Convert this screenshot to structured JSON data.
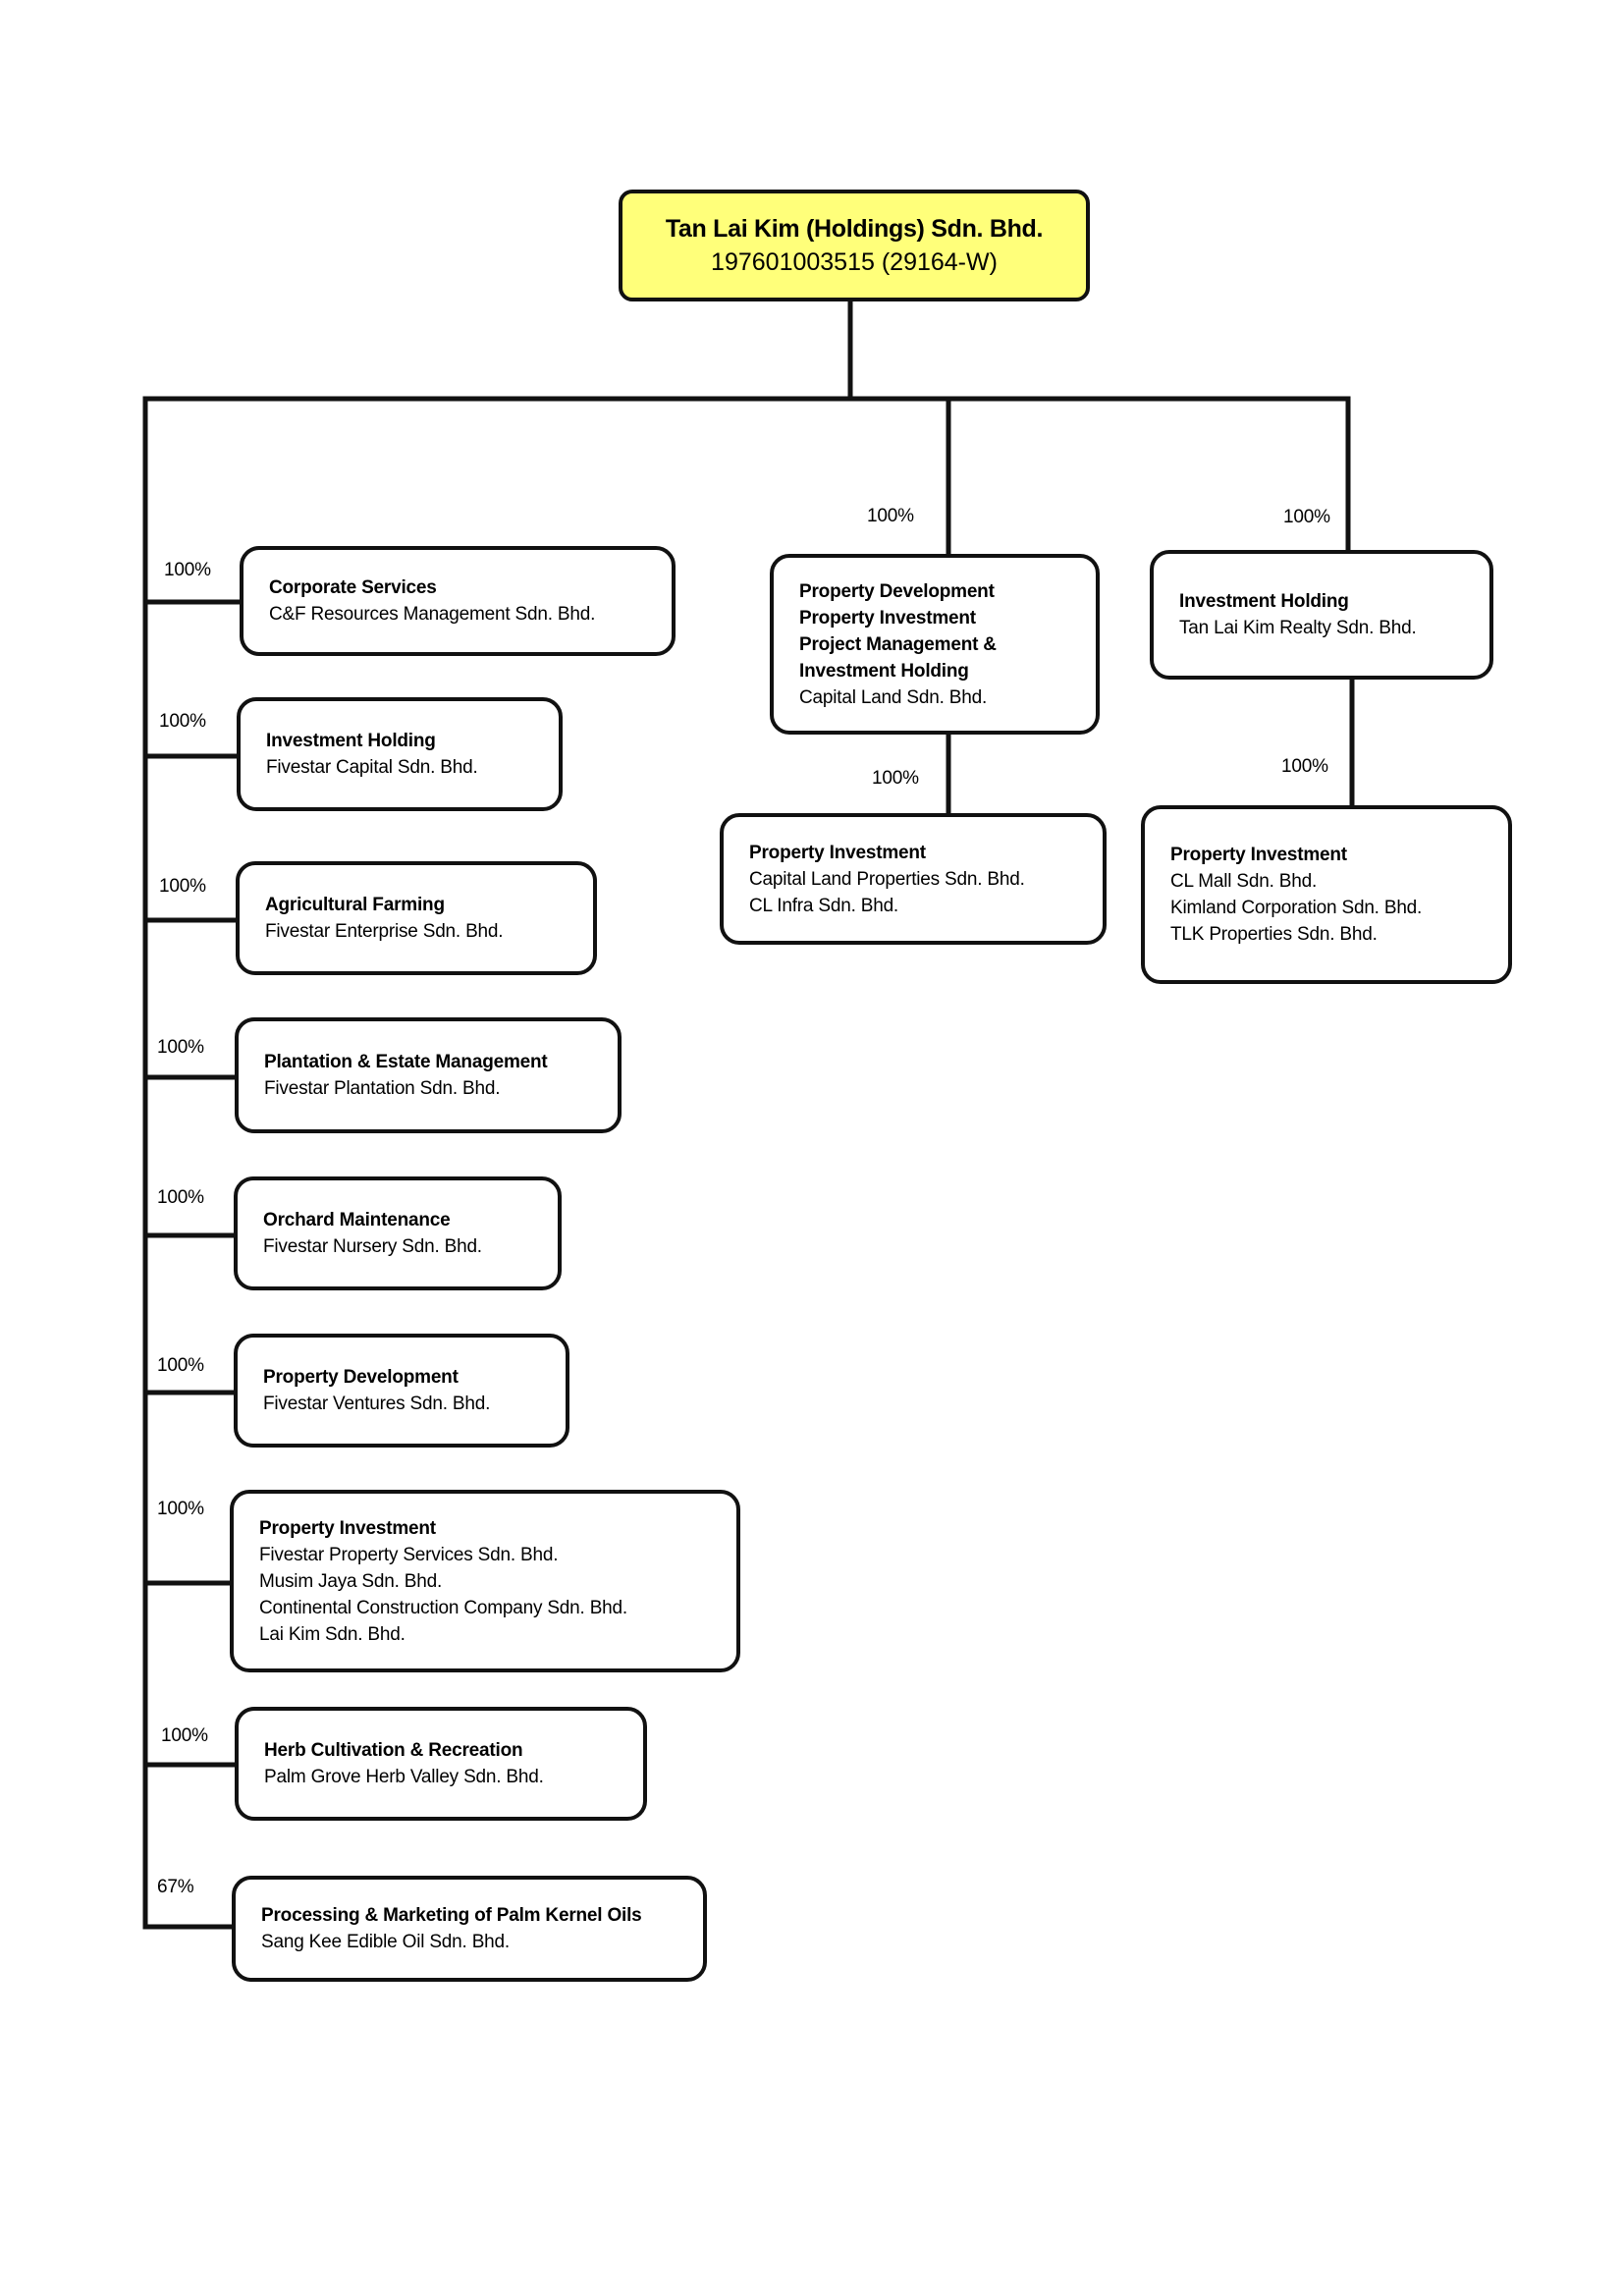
{
  "root": {
    "name": "Tan Lai Kim (Holdings) Sdn. Bhd.",
    "reg_no": "197601003515 (29164-W)"
  },
  "left_branch": [
    {
      "pct": "100%",
      "activities": [
        "Corporate Services"
      ],
      "companies": [
        "C&F Resources Management Sdn. Bhd."
      ]
    },
    {
      "pct": "100%",
      "activities": [
        "Investment Holding"
      ],
      "companies": [
        "Fivestar Capital Sdn. Bhd."
      ]
    },
    {
      "pct": "100%",
      "activities": [
        "Agricultural Farming"
      ],
      "companies": [
        "Fivestar Enterprise Sdn. Bhd."
      ]
    },
    {
      "pct": "100%",
      "activities": [
        "Plantation & Estate Management"
      ],
      "companies": [
        "Fivestar Plantation Sdn. Bhd."
      ]
    },
    {
      "pct": "100%",
      "activities": [
        "Orchard Maintenance"
      ],
      "companies": [
        "Fivestar Nursery Sdn. Bhd."
      ]
    },
    {
      "pct": "100%",
      "activities": [
        "Property Development"
      ],
      "companies": [
        "Fivestar Ventures Sdn. Bhd."
      ]
    },
    {
      "pct": "100%",
      "activities": [
        "Property Investment"
      ],
      "companies": [
        "Fivestar Property Services Sdn. Bhd.",
        "Musim Jaya Sdn. Bhd.",
        "Continental Construction Company Sdn. Bhd.",
        "Lai Kim Sdn. Bhd."
      ]
    },
    {
      "pct": "100%",
      "activities": [
        "Herb Cultivation & Recreation"
      ],
      "companies": [
        "Palm Grove Herb Valley Sdn. Bhd."
      ]
    },
    {
      "pct": "67%",
      "activities": [
        "Processing & Marketing of Palm Kernel Oils"
      ],
      "companies": [
        "Sang Kee Edible Oil Sdn. Bhd."
      ]
    }
  ],
  "middle_branch": {
    "pct": "100%",
    "activities": [
      "Property Development",
      "Property Investment",
      "Project Management &",
      "Investment Holding"
    ],
    "companies": [
      "Capital Land Sdn. Bhd."
    ],
    "child": {
      "pct": "100%",
      "activities": [
        "Property Investment"
      ],
      "companies": [
        "Capital Land Properties Sdn. Bhd.",
        "CL Infra Sdn. Bhd."
      ]
    }
  },
  "right_branch": {
    "pct": "100%",
    "activities": [
      "Investment Holding"
    ],
    "companies": [
      "Tan Lai Kim Realty Sdn. Bhd."
    ],
    "child": {
      "pct": "100%",
      "activities": [
        "Property Investment"
      ],
      "companies": [
        "CL Mall Sdn. Bhd.",
        "Kimland Corporation Sdn. Bhd.",
        "TLK Properties Sdn. Bhd."
      ]
    }
  }
}
